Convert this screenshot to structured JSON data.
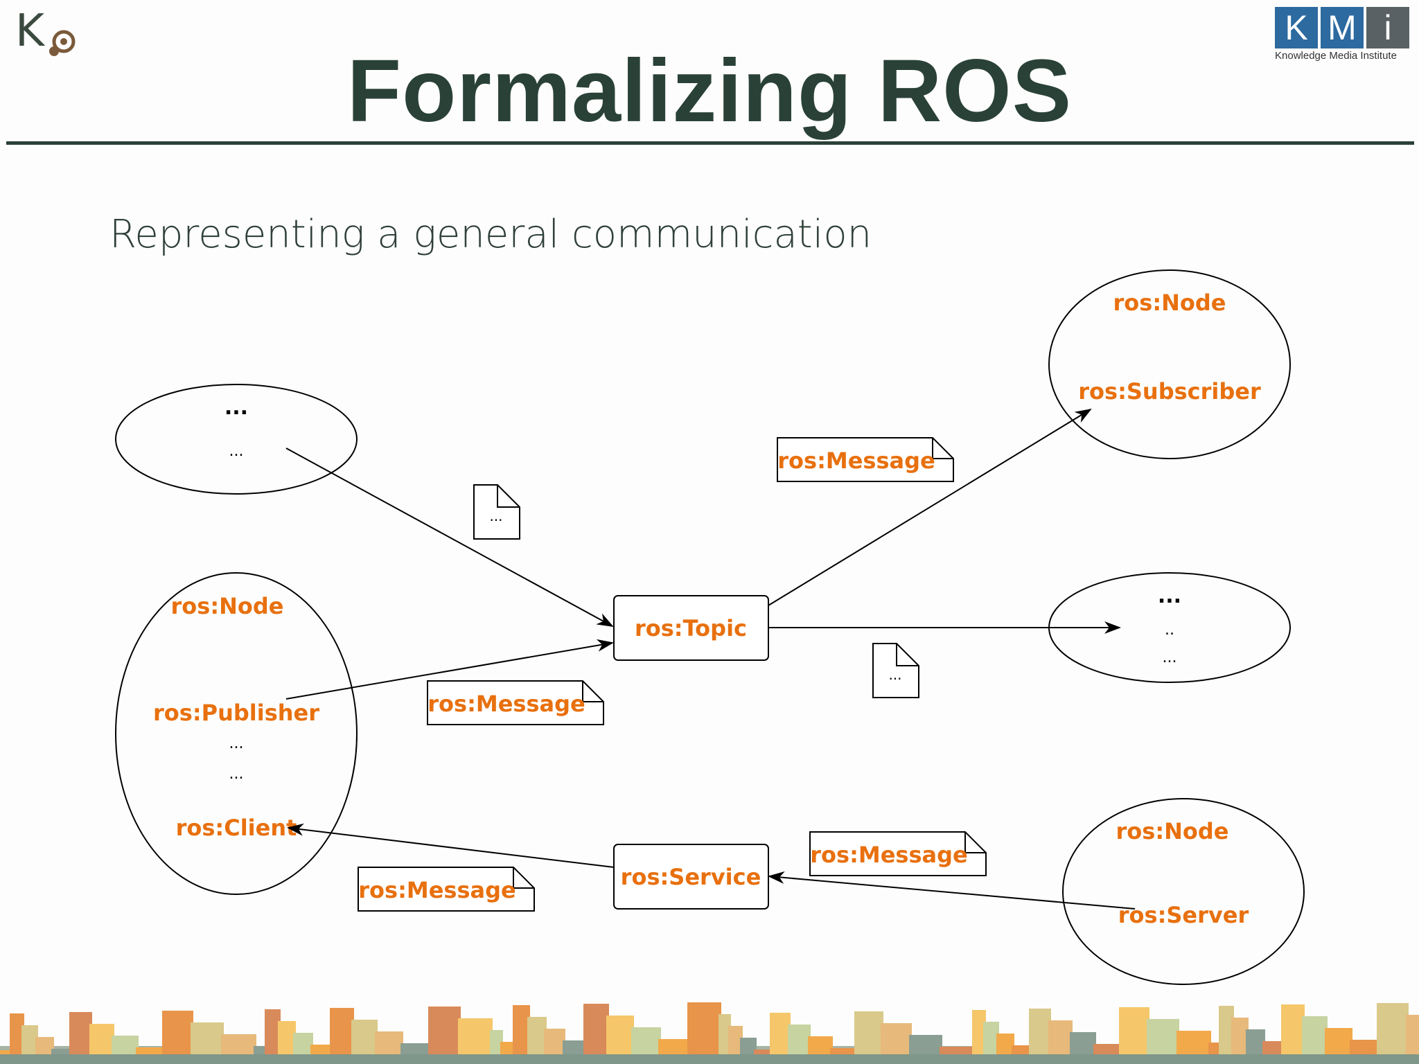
{
  "slide": {
    "title": "Formalizing ROS",
    "subtitle": "Representing a general communication"
  },
  "logos": {
    "left_logo": "K",
    "kmi_letters": [
      "K",
      "M",
      "i"
    ],
    "kmi_caption": "Knowledge Media Institute"
  },
  "colors": {
    "title": "#2a4137",
    "rdf_term": "#e8700e",
    "kmi_blue": "#2c6aa0"
  },
  "diagram": {
    "top_left_node": {
      "line1": "...",
      "line2": "..."
    },
    "top_left_doc": "...",
    "left_node": {
      "type": "ros:Node",
      "publisher": "ros:Publisher",
      "ellipsis1": "...",
      "ellipsis2": "...",
      "client": "ros:Client"
    },
    "topic": "ros:Topic",
    "service": "ros:Service",
    "publisher_message": "ros:Message",
    "client_message": "ros:Message",
    "server_message": "ros:Message",
    "subscriber_message": "ros:Message",
    "subscriber_node": {
      "type": "ros:Node",
      "role": "ros:Subscriber"
    },
    "right_mid_node": {
      "line1": "...",
      "line2": "..",
      "line3": "..."
    },
    "right_mid_doc": "...",
    "server_node": {
      "type": "ros:Node",
      "role": "ros:Server"
    }
  }
}
